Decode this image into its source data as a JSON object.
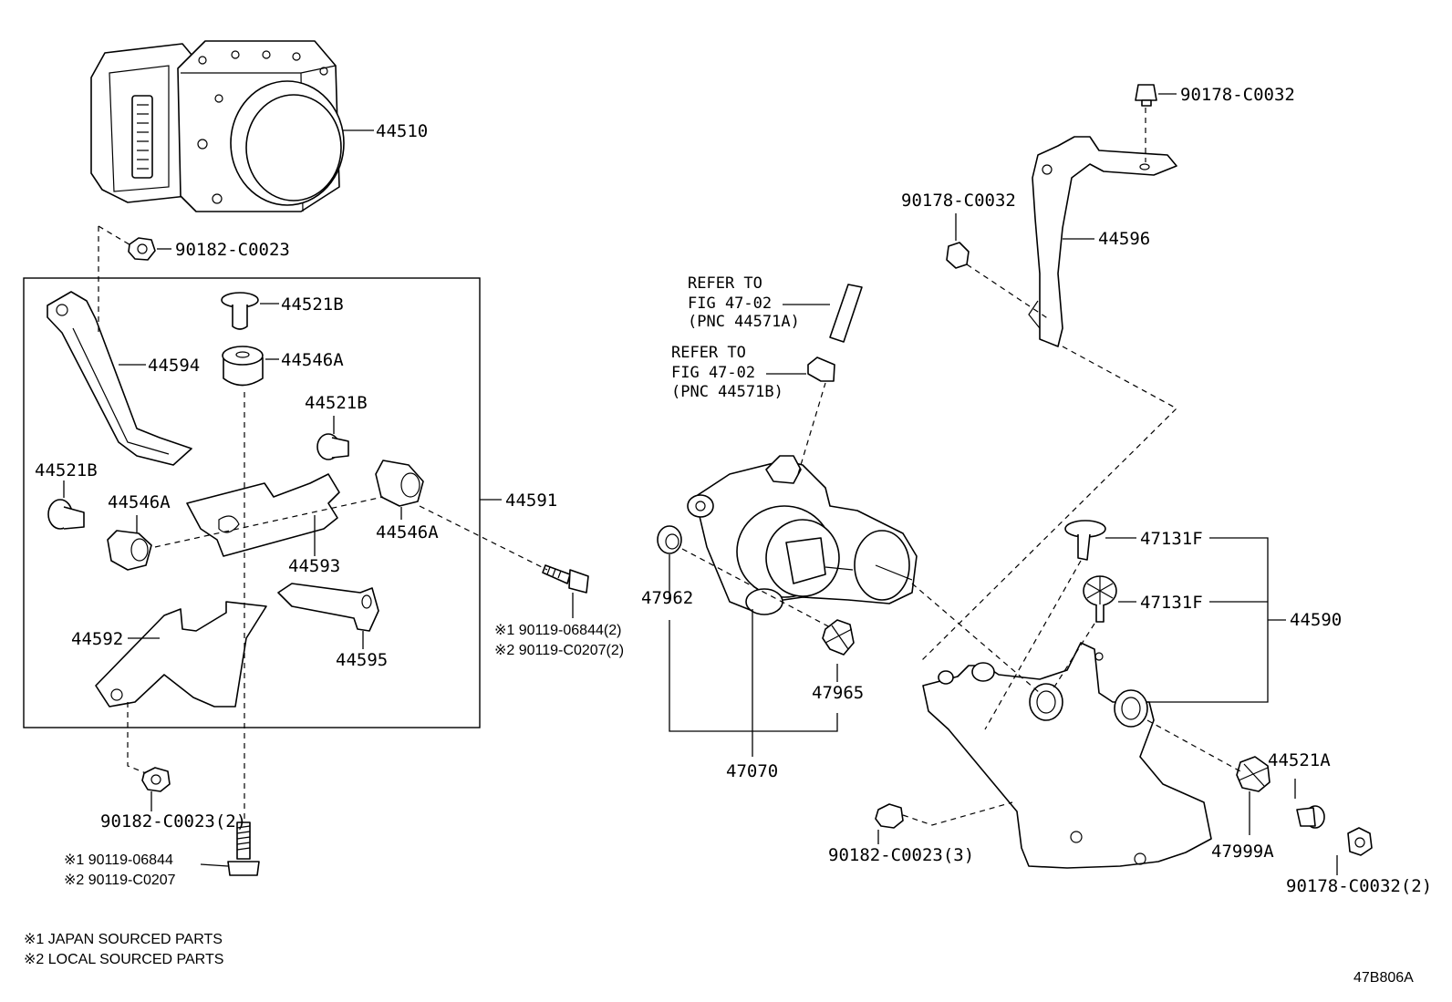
{
  "labels": {
    "p44510": "44510",
    "p90182_top": "90182-C0023",
    "p44521b_1": "44521B",
    "p44546a_1": "44546A",
    "p44594": "44594",
    "p44521b_2": "44521B",
    "p44521b_3": "44521B",
    "p44546a_2": "44546A",
    "p44546a_3": "44546A",
    "p44591": "44591",
    "p44593": "44593",
    "p44592": "44592",
    "p44595": "44595",
    "p90182_2": "90182-C0023(2)",
    "bolt_lower_1": "※1 90119-06844",
    "bolt_lower_2": "※2 90119-C0207",
    "bolt_mid_1": "※1 90119-06844(2)",
    "bolt_mid_2": "※2 90119-C0207(2)",
    "ref1_l1": "REFER TO",
    "ref1_l2": "FIG 47-02",
    "ref1_l3": "(PNC 44571A)",
    "ref2_l1": "REFER TO",
    "ref2_l2": "FIG 47-02",
    "ref2_l3": "(PNC 44571B)",
    "p47962": "47962",
    "p47965": "47965",
    "p47070": "47070",
    "p90178_top": "90178-C0032",
    "p90178_mid": "90178-C0032",
    "p44596": "44596",
    "p47131f_1": "47131F",
    "p47131f_2": "47131F",
    "p44590": "44590",
    "p44521a": "44521A",
    "p47999a": "47999A",
    "p90182_3": "90182-C0023(3)",
    "p90178_2": "90178-C0032(2)"
  },
  "notes": {
    "n1": "※1 JAPAN SOURCED PARTS",
    "n2": "※2 LOCAL SOURCED PARTS"
  },
  "diagram_code": "47B806A"
}
